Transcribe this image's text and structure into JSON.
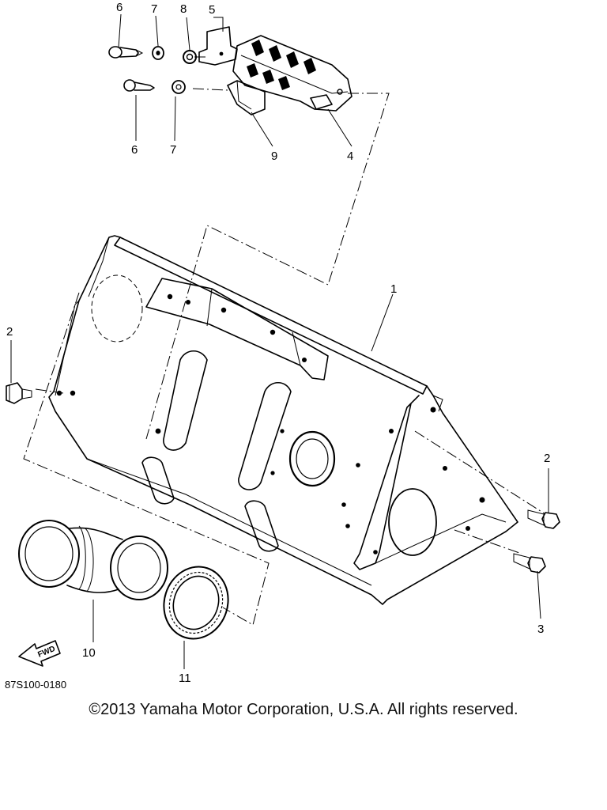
{
  "diagram": {
    "drawing_code": "87S100-0180",
    "fwd_label": "FWD",
    "callouts": {
      "c1": "1",
      "c2a": "2",
      "c2b": "2",
      "c3": "3",
      "c4": "4",
      "c5": "5",
      "c6a": "6",
      "c6b": "6",
      "c7a": "7",
      "c7b": "7",
      "c8": "8",
      "c9": "9",
      "c10": "10",
      "c11": "11"
    }
  },
  "footer": {
    "copyright": "©2013 Yamaha Motor Corporation, U.S.A. All rights reserved."
  }
}
